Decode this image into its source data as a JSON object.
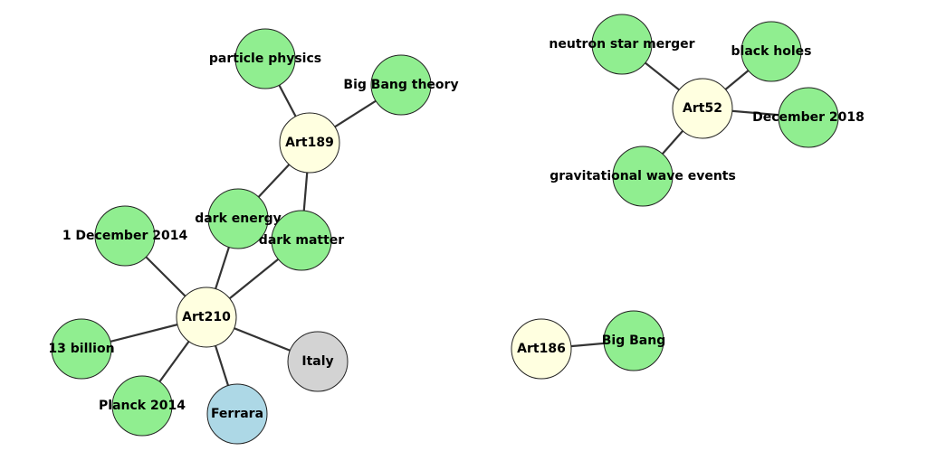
{
  "colors": {
    "article": "#FFFFE0",
    "concept": "#90EE90",
    "place": "#ADD8E6",
    "country": "#D3D3D3",
    "edge": "#333333"
  },
  "nodes": [
    {
      "id": "art189",
      "label": "Art189",
      "type": "article"
    },
    {
      "id": "particle_physics",
      "label": "particle physics",
      "type": "concept"
    },
    {
      "id": "big_bang_theory",
      "label": "Big Bang theory",
      "type": "concept"
    },
    {
      "id": "dark_energy",
      "label": "dark energy",
      "type": "concept"
    },
    {
      "id": "dark_matter",
      "label": "dark matter",
      "type": "concept"
    },
    {
      "id": "art210",
      "label": "Art210",
      "type": "article"
    },
    {
      "id": "dec_2014",
      "label": "1 December 2014",
      "type": "concept"
    },
    {
      "id": "billion13",
      "label": "13 billion",
      "type": "concept"
    },
    {
      "id": "planck2014",
      "label": "Planck 2014",
      "type": "concept"
    },
    {
      "id": "ferrara",
      "label": "Ferrara",
      "type": "place"
    },
    {
      "id": "italy",
      "label": "Italy",
      "type": "country"
    },
    {
      "id": "art52",
      "label": "Art52",
      "type": "article"
    },
    {
      "id": "neutron",
      "label": "neutron star merger",
      "type": "concept"
    },
    {
      "id": "black_holes",
      "label": "black holes",
      "type": "concept"
    },
    {
      "id": "dec_2018",
      "label": "December 2018",
      "type": "concept"
    },
    {
      "id": "grav_wave",
      "label": "gravitational wave events",
      "type": "concept"
    },
    {
      "id": "art186",
      "label": "Art186",
      "type": "article"
    },
    {
      "id": "big_bang",
      "label": "Big Bang",
      "type": "concept"
    }
  ],
  "edges": [
    [
      "art189",
      "particle_physics"
    ],
    [
      "art189",
      "big_bang_theory"
    ],
    [
      "art189",
      "dark_energy"
    ],
    [
      "art189",
      "dark_matter"
    ],
    [
      "art210",
      "dark_energy"
    ],
    [
      "art210",
      "dark_matter"
    ],
    [
      "art210",
      "dec_2014"
    ],
    [
      "art210",
      "billion13"
    ],
    [
      "art210",
      "planck2014"
    ],
    [
      "art210",
      "ferrara"
    ],
    [
      "art210",
      "italy"
    ],
    [
      "art52",
      "neutron"
    ],
    [
      "art52",
      "black_holes"
    ],
    [
      "art52",
      "dec_2018"
    ],
    [
      "art52",
      "grav_wave"
    ],
    [
      "art186",
      "big_bang"
    ]
  ]
}
